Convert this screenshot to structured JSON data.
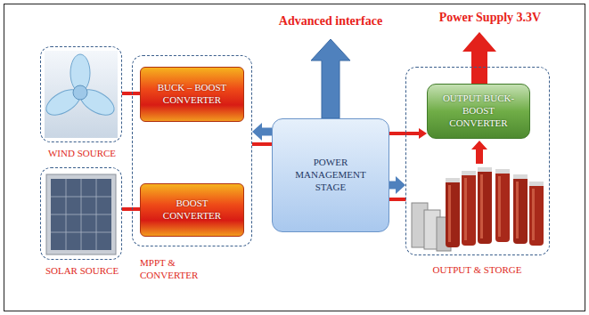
{
  "diagram": {
    "nodes": [
      {
        "text": [
          "WIND SOURCE"
        ]
      },
      {
        "text": [
          "SOLAR SOURCE"
        ]
      },
      {
        "text": [
          "MPPT & CONVERTER"
        ]
      },
      {
        "text": [
          "BUCK – BOOST CONVERTER"
        ],
        "in": 2
      },
      {
        "text": [
          "BOOST CONVERTER"
        ],
        "in": 2
      },
      {
        "text": [
          "POWER MANAGEMENT STAGE"
        ]
      },
      {
        "text": [
          "OUTPUT & STORGE"
        ]
      },
      {
        "text": [
          "OUTPUT BUCK-BOOST CONVERTER"
        ],
        "in": 6
      }
    ],
    "edges": [
      {
        "from": 0,
        "to": 3,
        "arrow": "none"
      },
      {
        "from": 1,
        "to": 4,
        "arrow": "none"
      },
      {
        "from": 5,
        "to": 2,
        "arrow": "to"
      },
      {
        "from": 2,
        "to": 5,
        "arrow": "none"
      },
      {
        "from": 5,
        "to": 7,
        "arrow": "to"
      },
      {
        "from": 5,
        "to": 6,
        "arrow": "to"
      },
      {
        "from": 5,
        "to": 6,
        "arrow": "none"
      }
    ],
    "labels": [
      "Advanced interface",
      "Power Supply 3.3V"
    ]
  }
}
